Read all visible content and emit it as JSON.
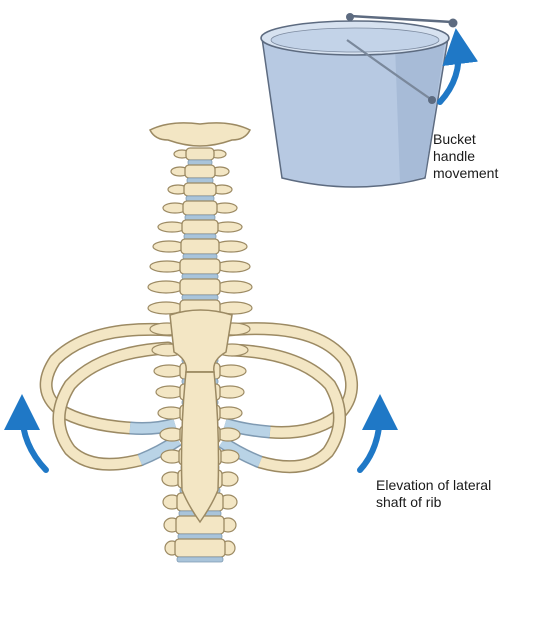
{
  "labels": {
    "bucket_line1": "Bucket",
    "bucket_line2": "handle",
    "bucket_line3": "movement",
    "rib_line1": "Elevation of lateral",
    "rib_line2": "shaft of rib"
  },
  "colors": {
    "bone": "#f3e6c4",
    "bone_outline": "#9c8a63",
    "cartilage": "#b9d3e6",
    "disc": "#a9c4da",
    "arrow": "#1f78c6",
    "bucket_body": "#b7c9e2",
    "bucket_rim": "#d7e2f0",
    "bucket_outline": "#5d6b80"
  },
  "icons": {
    "motion_arrow": "curved-up-arrow-icon",
    "bucket": "bucket-icon"
  }
}
